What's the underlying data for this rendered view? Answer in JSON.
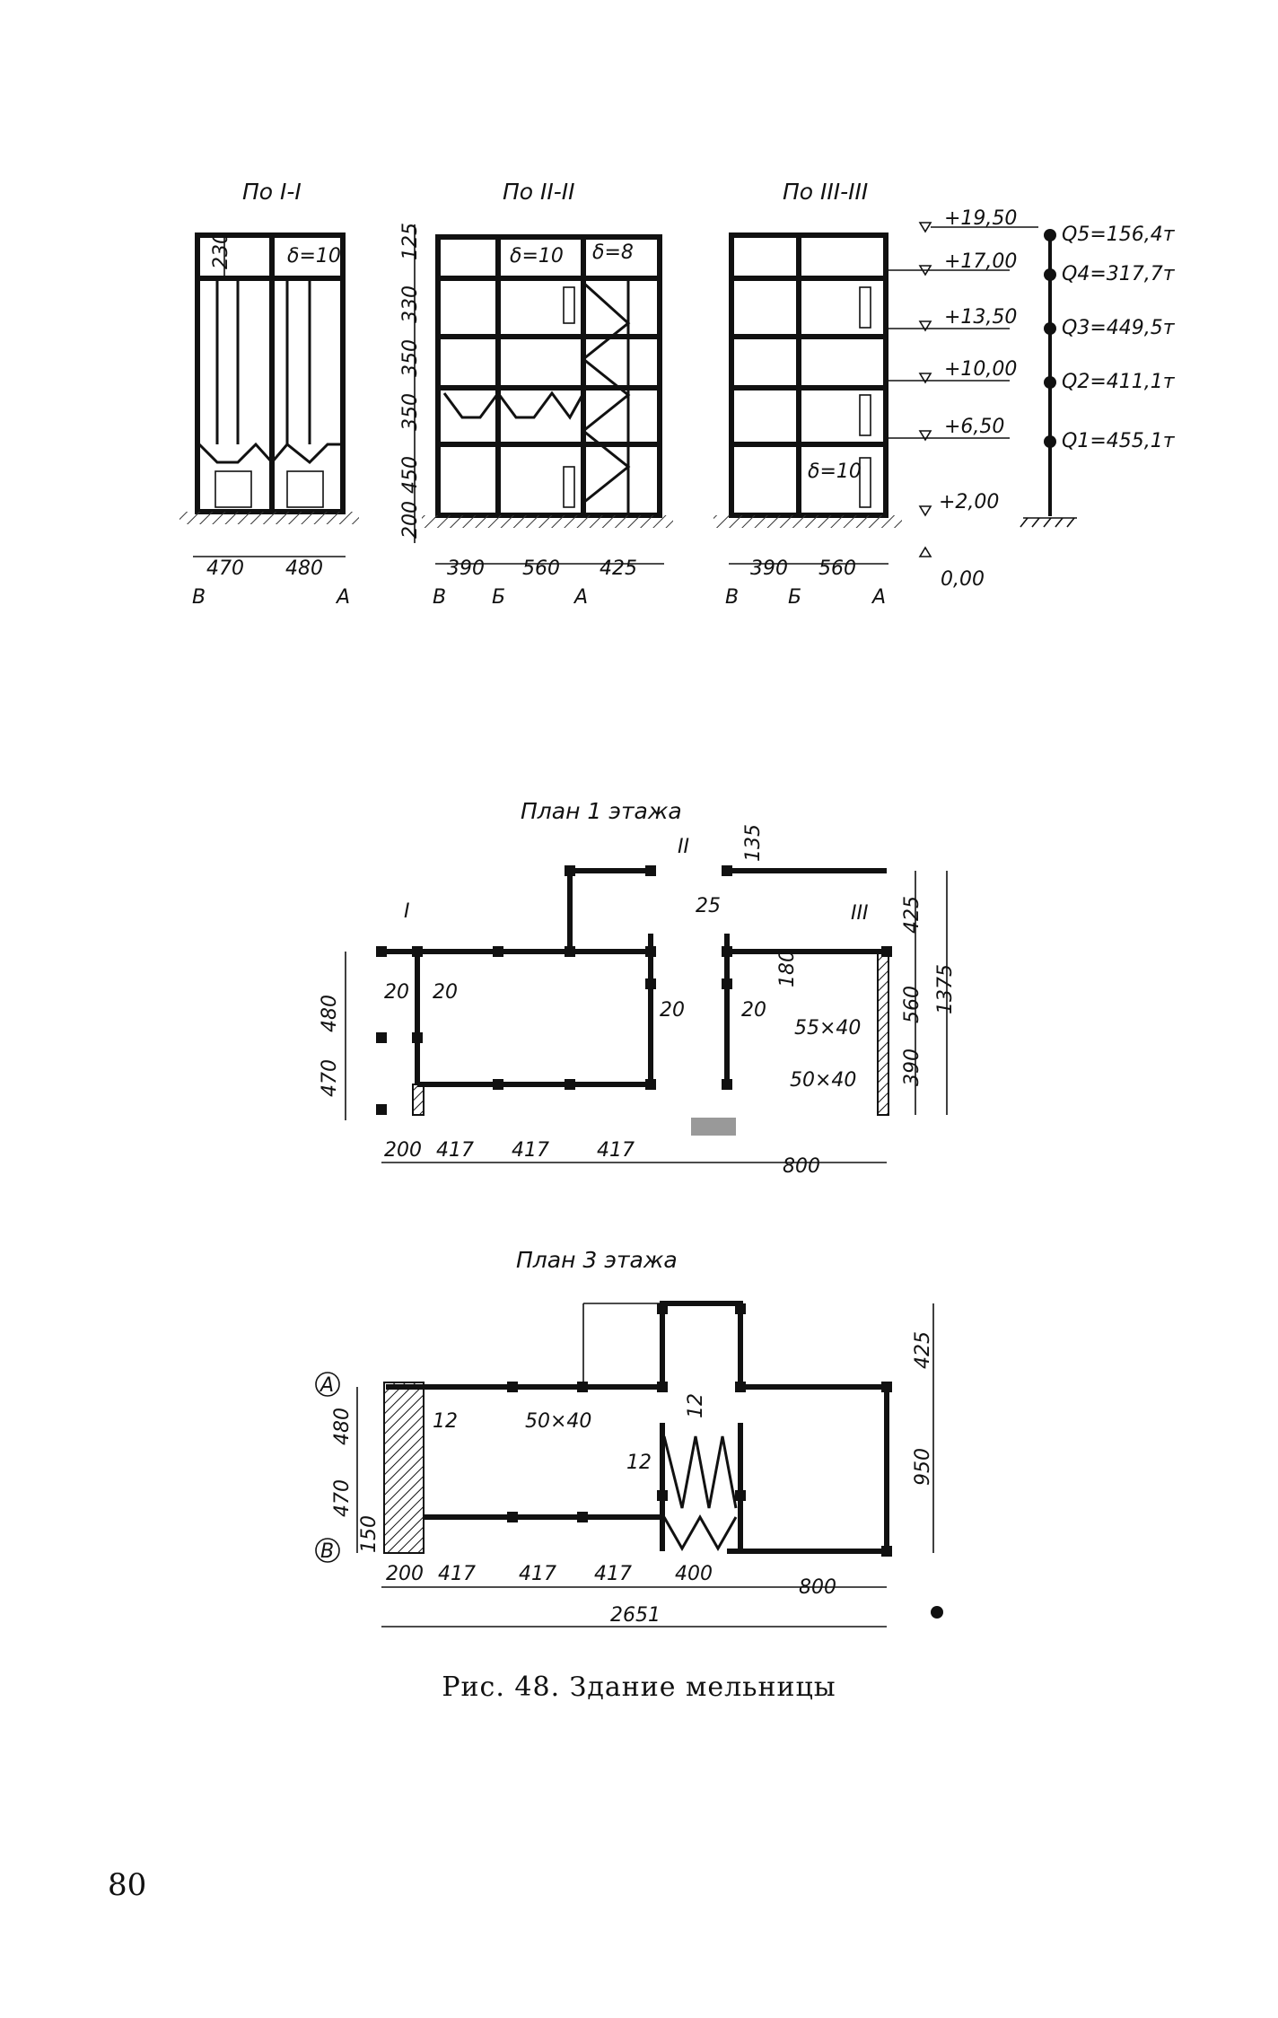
{
  "sections": {
    "s1": {
      "title": "По I-I",
      "delta": "δ=10",
      "dim_top": "230",
      "dims": [
        "470",
        "480"
      ],
      "axes": [
        "В",
        "А"
      ]
    },
    "s2": {
      "title": "По II-II",
      "delta_top": "δ=8",
      "delta": "δ=10",
      "dim_top": "125",
      "heights": [
        "330",
        "350",
        "350",
        "450",
        "200"
      ],
      "dims": [
        "390",
        "560",
        "425"
      ],
      "axes": [
        "В",
        "Б",
        "А"
      ]
    },
    "s3": {
      "title": "По III-III",
      "delta": "δ=10",
      "dims": [
        "390",
        "560"
      ],
      "axes": [
        "В",
        "Б",
        "А"
      ]
    },
    "levels": [
      "+19,50",
      "+17,00",
      "+13,50",
      "+10,00",
      "+6,50",
      "+2,00",
      "0,00"
    ]
  },
  "loads": [
    "Q5=156,4т",
    "Q4=317,7т",
    "Q3=449,5т",
    "Q2=411,1т",
    "Q1=455,1т"
  ],
  "plan1": {
    "title": "План 1 этажа",
    "labels": {
      "sec_I": "I",
      "sec_II": "II",
      "sec_III": "III",
      "d135": "135",
      "d25": "25",
      "d180": "180",
      "d425": "425",
      "d560": "560",
      "d1375": "1375",
      "d390": "390",
      "d480": "480",
      "d470": "470",
      "d20a": "20",
      "d20b": "20",
      "d20c": "20",
      "d20d": "20",
      "col55": "55×40",
      "col50": "50×40",
      "b200": "200",
      "b417a": "417",
      "b417b": "417",
      "b417c": "417",
      "b800": "800"
    }
  },
  "plan3": {
    "title": "План 3 этажа",
    "labels": {
      "axisA": "А",
      "axisB": "В",
      "d480": "480",
      "d470": "470",
      "d150": "150",
      "d12a": "12",
      "d12b": "12",
      "d12c": "12",
      "col": "50×40",
      "d425": "425",
      "d950": "950",
      "b200": "200",
      "b417a": "417",
      "b417b": "417",
      "b417c": "417",
      "b400": "400",
      "b800": "800",
      "total": "2651"
    }
  },
  "caption": "Рис. 48. Здание мельницы",
  "page_number": "80"
}
